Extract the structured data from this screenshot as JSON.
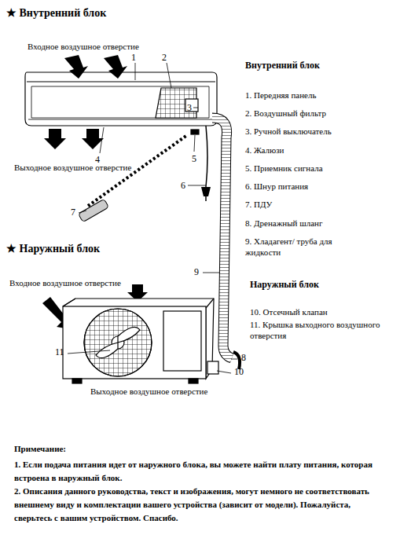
{
  "diagram": {
    "labels": [
      "★ Внутренний блок",
      "Входное воздушное отверстие",
      "1",
      "2",
      "3",
      "4",
      "5",
      "6",
      "7",
      "Внутренний блок",
      "1. Передняя панель",
      "2. Воздушный фильтр",
      "3. Ручной выключатель",
      "4. Жалюзи",
      "5. Приемник сигнала",
      "6. Шнур питания",
      "7. ПДУ",
      "8. Дренажный шланг",
      "9. Хладагент/ труба для жидкости",
      "Выходное воздушное отверстие",
      "★ Наружный блок",
      "Входное воздушное отверстие",
      "9",
      "Наружный блок",
      "10. Отсечный клапан",
      "11. Крышка выходного воздушного отверстия",
      "11",
      "8",
      "10",
      "Выходное воздушное отверстие",
      "Примечание:",
      "1. Если подача питания идет от наружного блока, вы можете найти плату питания, которая встроена в наружный блок.",
      "2. Описания данного руководства, текст и изображения, могут немного не соответствовать внешнему виду и комплектации вашего устройства (зависит от модели). Пожалуйста, сверьтесь с вашим устройством. Спасибо."
    ]
  }
}
